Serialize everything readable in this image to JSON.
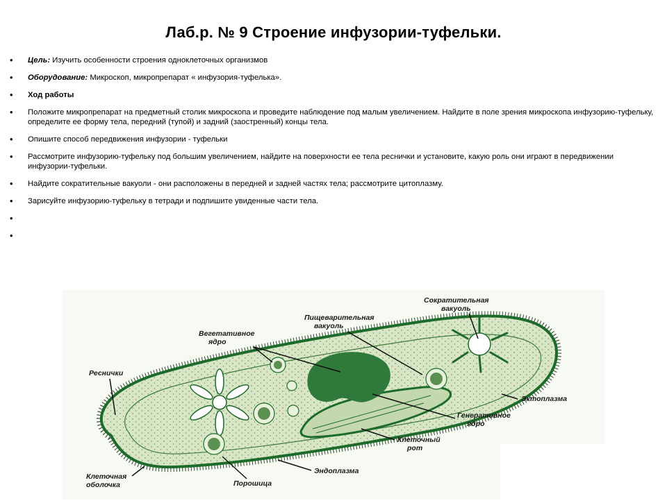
{
  "title": "Лаб.р. № 9 Строение инфузории-туфельки.",
  "items": {
    "goal_label": "Цель:",
    "goal_text": " Изучить особенности строения одноклеточных организмов",
    "equipment_label": "Оборудование:",
    "equipment_text": " Микроскоп, микропрепарат « инфузория-туфелька».",
    "procedure": "Ход работы",
    "step1": "Положите микропрепарат на предметный столик микроскопа и проведите наблюдение под малым увеличением. Найдите в поле зрения микроскопа инфузорию-туфельку, определите ее форму тела, передний (тупой) и задний (заостренный) концы тела.",
    "step2": "Опишите способ передвижения инфузории - туфельки",
    "step3": "Рассмотрите инфузорию-туфельку под большим увеличением, найдите на поверхности ее тела реснички и установите, какую роль они играют в передвижении инфузории-туфельки.",
    "step4": "Найдите сократительные вакуоли - они расположены в передней и задней частях тела; рассмотрите цитоплазму.",
    "step5": "Зарисуйте инфузорию-туфельку в тетради и подпишите увиденные части тела."
  },
  "figure": {
    "labels": {
      "contractile_1": "Сократительная",
      "contractile_2": "вакуоль",
      "digestive_1": "Пищеварительная",
      "digestive_2": "вакуоль",
      "vegetative_1": "Вегетативное",
      "vegetative_2": "ядро",
      "cilia": "Реснички",
      "ectoplasm": "Эктоплазма",
      "generative_1": "Генеративное",
      "generative_2": "ядро",
      "mouth_1": "Клеточный",
      "mouth_2": "рот",
      "endoplasm": "Эндоплазма",
      "membrane_1": "Клеточная",
      "membrane_2": "оболочка",
      "pore": "Порошица"
    },
    "colors": {
      "body_fill": "#d8e6c6",
      "outline": "#1d6b2a",
      "nucleus": "#2f7a3a"
    }
  }
}
